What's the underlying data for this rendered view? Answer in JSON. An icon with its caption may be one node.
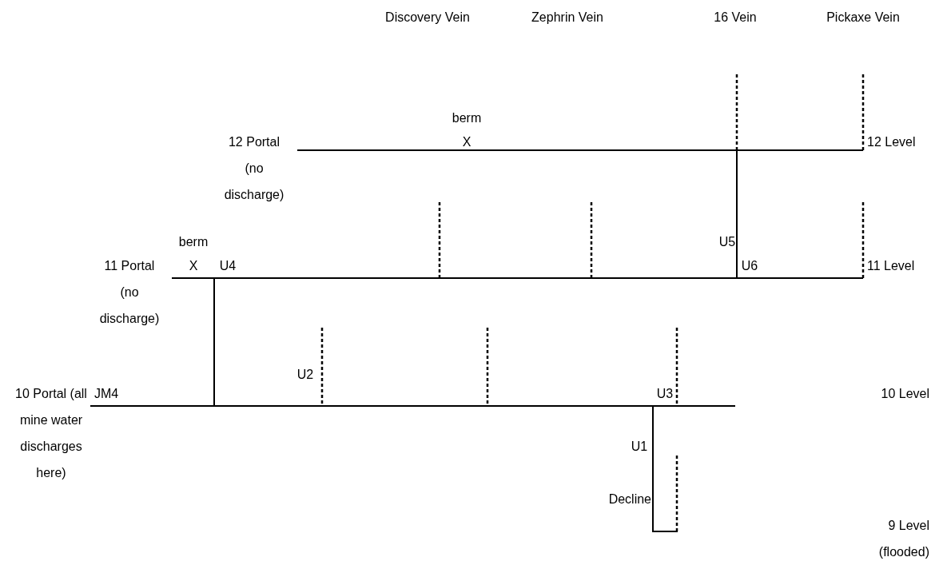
{
  "diagram": {
    "labels": [
      "Discovery Vein",
      "Zephrin Vein",
      "16 Vein",
      "Pickaxe Vein",
      "berm",
      "X",
      "12 Portal (no discharge)",
      "12 Level",
      "berm",
      "U5",
      "X",
      "U4",
      "U6",
      "11 Portal (no discharge)",
      "11 Level",
      "U2",
      "10 Portal (all mine water discharges here)",
      "JM4",
      "U3",
      "10 Level",
      "U1",
      "Decline",
      "9 Level (flooded)"
    ]
  }
}
